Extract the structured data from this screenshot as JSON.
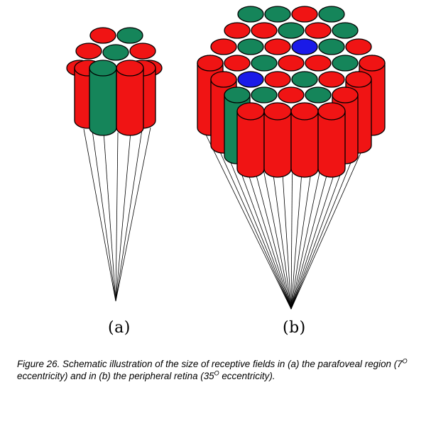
{
  "colors": {
    "red": "#f01414",
    "green": "#15855a",
    "blue": "#1a1ae8",
    "outline": "#000000",
    "line": "#000000"
  },
  "panels": [
    {
      "label": "(a)"
    },
    {
      "label": "(b)"
    }
  ],
  "caption": {
    "prefix": "Figure 26. Schematic illustration of the size of receptive fields in (a) the parafoveal region (7",
    "sup1": "O",
    "middle": " eccentricity) and in (b) the peripheral retina (35",
    "sup2": "O",
    "suffix": " eccentricity)."
  }
}
